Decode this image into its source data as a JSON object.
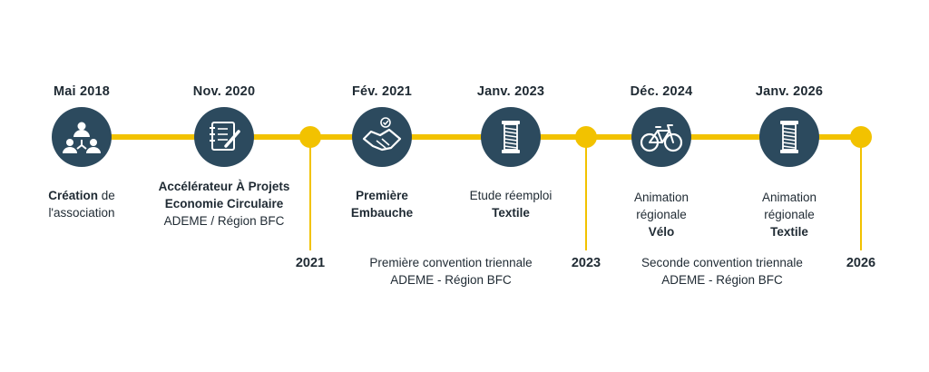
{
  "colors": {
    "accent": "#f2c200",
    "node": "#2c4a5e",
    "text": "#1f2a33"
  },
  "milestones": [
    {
      "date": "Mai 2018",
      "icon": "people-network-icon",
      "desc": [
        [
          "Création",
          " de"
        ],
        [
          "l'association",
          ""
        ]
      ]
    },
    {
      "date": "Nov. 2020",
      "icon": "notepad-pen-icon",
      "desc": [
        [
          "Accélérateur À Projets",
          ""
        ],
        [
          "Economie Circulaire",
          ""
        ],
        [
          "",
          "ADEME / Région BFC"
        ]
      ]
    },
    {
      "date": "Fév. 2021",
      "icon": "handshake-icon",
      "desc": [
        [
          "Première",
          ""
        ],
        [
          "Embauche",
          ""
        ]
      ]
    },
    {
      "date": "Janv. 2023",
      "icon": "thread-spool-icon",
      "desc": [
        [
          "",
          "Etude réemploi"
        ],
        [
          "Textile",
          ""
        ]
      ]
    },
    {
      "date": "Déc. 2024",
      "icon": "bicycle-icon",
      "desc": [
        [
          "",
          "Animation"
        ],
        [
          "",
          "régionale"
        ],
        [
          "Vélo",
          ""
        ]
      ]
    },
    {
      "date": "Janv. 2026",
      "icon": "thread-spool-icon",
      "desc": [
        [
          "",
          "Animation"
        ],
        [
          "",
          "régionale"
        ],
        [
          "Textile",
          ""
        ]
      ]
    }
  ],
  "years": [
    "2021",
    "2023",
    "2026"
  ],
  "conventions": [
    {
      "line1": "Première convention triennale",
      "line2": "ADEME - Région BFC"
    },
    {
      "line1": "Seconde convention triennale",
      "line2": "ADEME - Région BFC"
    }
  ]
}
